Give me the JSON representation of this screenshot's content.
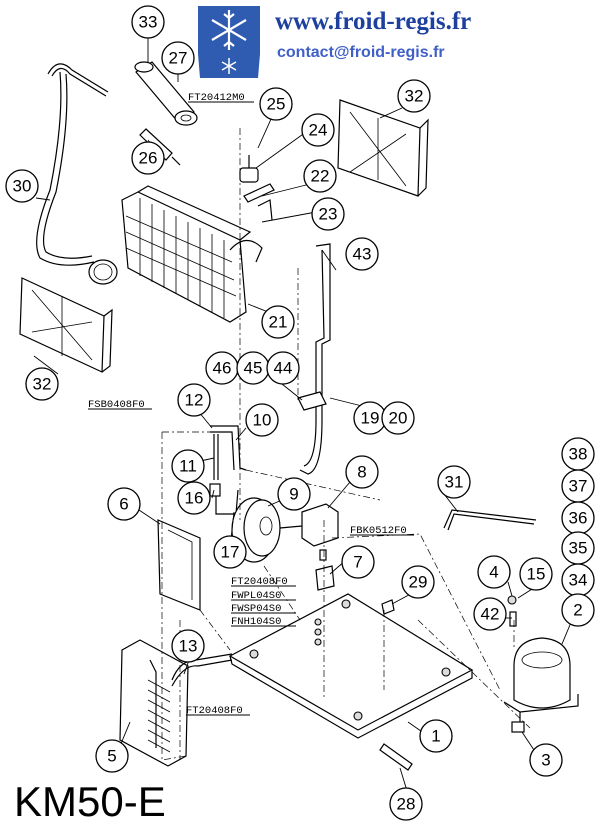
{
  "header": {
    "website": "www.froid-regis.fr",
    "email": "contact@froid-regis.fr"
  },
  "model_label": "KM50-E",
  "logo_icon": "snowflake-icon",
  "colors": {
    "brand": "#1d3f9e",
    "logo_blue": "#2f5bb0"
  },
  "callouts": [
    "33",
    "27",
    "25",
    "32",
    "24",
    "26",
    "22",
    "30",
    "23",
    "43",
    "21",
    "32",
    "46",
    "45",
    "44",
    "12",
    "10",
    "19",
    "20",
    "11",
    "8",
    "9",
    "31",
    "38",
    "6",
    "16",
    "37",
    "17",
    "36",
    "7",
    "35",
    "4",
    "15",
    "34",
    "29",
    "42",
    "2",
    "13",
    "5",
    "1",
    "3",
    "28"
  ],
  "part_codes": [
    "FT20412M0",
    "FSB0408F0",
    "FBK0512F0",
    "FT20408F0",
    "FWPL04S0",
    "FWSP04S0",
    "FNH104S0",
    "FT20408F0"
  ]
}
